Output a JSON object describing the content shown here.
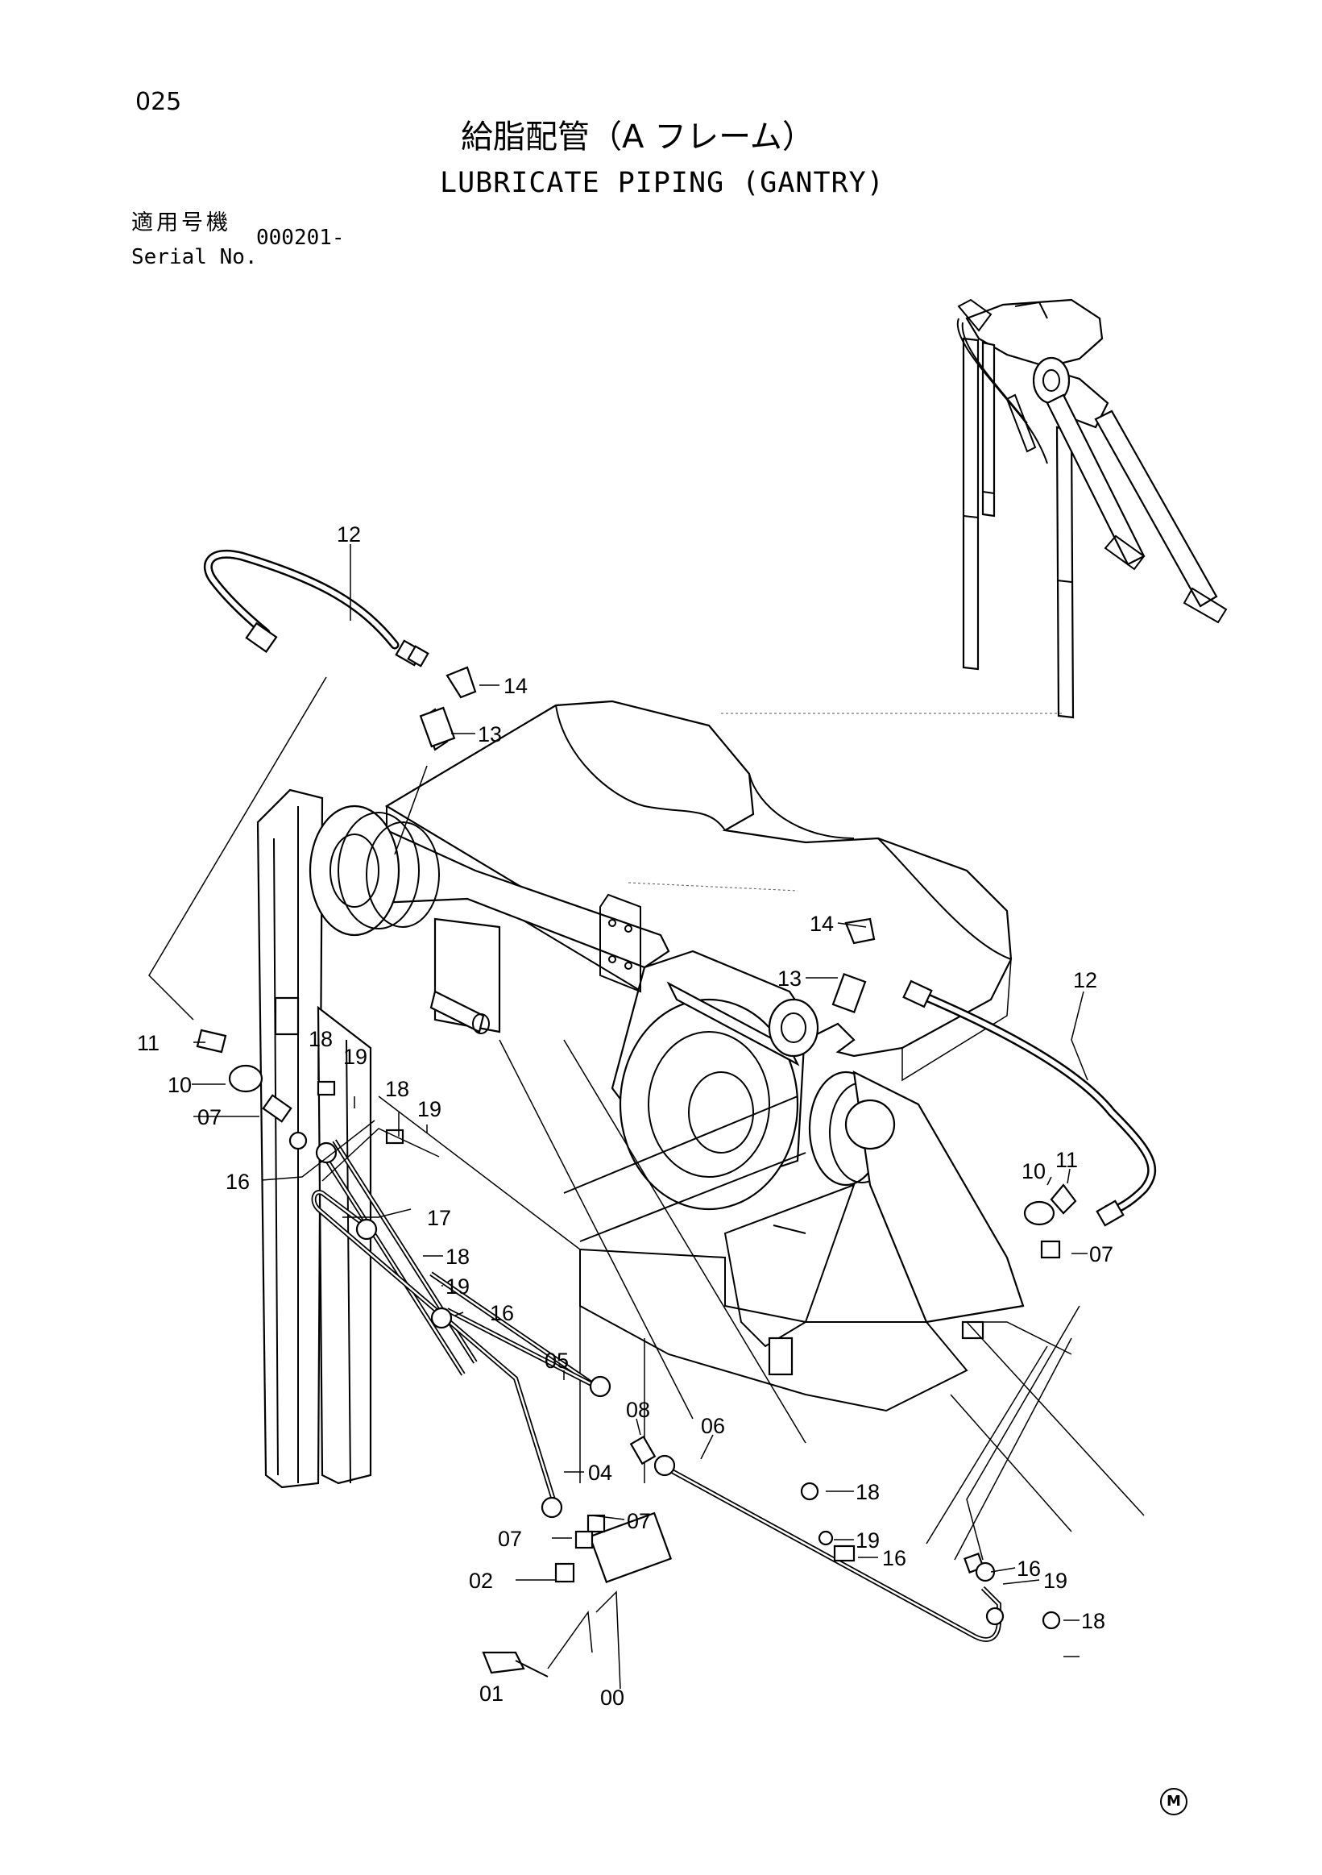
{
  "page": {
    "number": "025",
    "title_jp": "給脂配管（A フレーム）",
    "title_en": "LUBRICATE PIPING (GANTRY)",
    "serial_label_jp": "適用号機",
    "serial_label_en": "Serial No.",
    "serial_value": "000201-",
    "corner_mark": "M"
  },
  "callouts": [
    "12",
    "14",
    "13",
    "14",
    "13",
    "12",
    "11",
    "10",
    "07",
    "18",
    "19",
    "18",
    "19",
    "16",
    "17",
    "18",
    "19",
    "16",
    "05",
    "08",
    "06",
    "04",
    "07",
    "07",
    "02",
    "01",
    "00",
    "18",
    "19",
    "16",
    "16",
    "19",
    "18",
    "10",
    "11",
    "07"
  ]
}
